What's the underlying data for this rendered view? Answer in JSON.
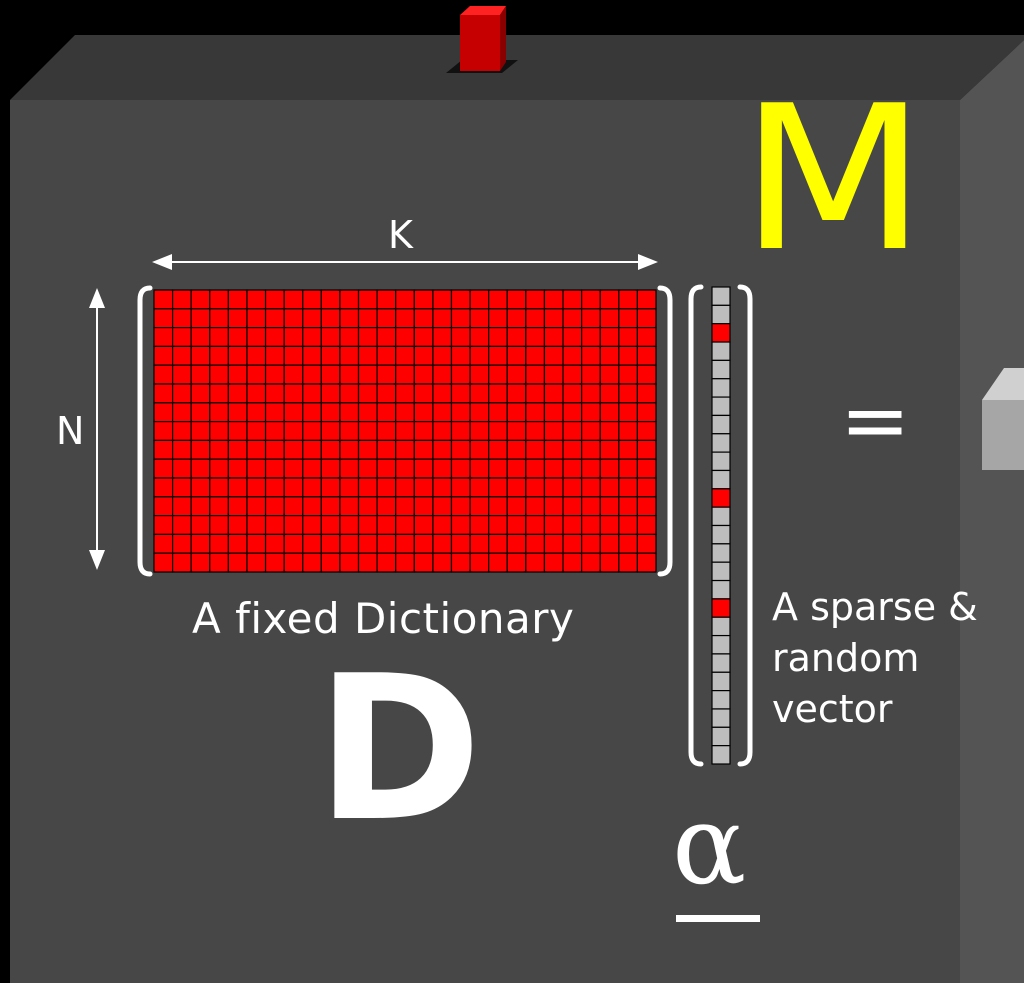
{
  "labels": {
    "k": "K",
    "n": "N",
    "dictionary_caption": "A fixed Dictionary",
    "vector_caption": "A sparse &\nrandom\nvector",
    "matrix_name": "D",
    "machine_name": "M",
    "vector_name": "α",
    "equals": "="
  },
  "dictionary_grid": {
    "rows": 15,
    "cols": 27
  },
  "sparse_vector": {
    "length": 26,
    "nonzero_indices": [
      2,
      11,
      17
    ]
  },
  "colors": {
    "box_face": "#474747",
    "box_top": "#383838",
    "box_side": "#555555",
    "dictionary_cell": "#ff0000",
    "vector_zero": "#bdbdbd",
    "vector_nonzero": "#ff0000",
    "machine_label": "#ffff00",
    "text": "#ffffff",
    "button": "#cc0000",
    "side_knob": "#a8a8a8"
  },
  "icons": {
    "top_button": "red-button-icon",
    "side_knob": "gray-knob-icon"
  }
}
